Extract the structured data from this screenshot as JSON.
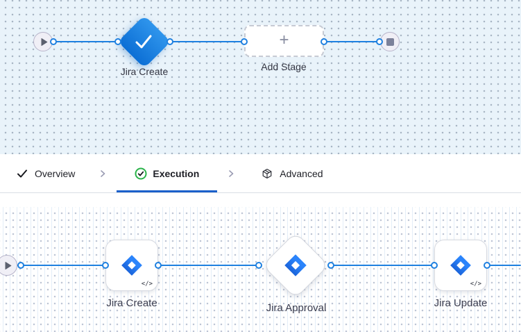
{
  "workflow_top": {
    "stage": {
      "label": "Jira Create"
    },
    "add_stage": {
      "label": "Add Stage",
      "plus": "+"
    }
  },
  "tabs": {
    "items": [
      {
        "label": "Overview",
        "icon": "check-icon",
        "active": false
      },
      {
        "label": "Execution",
        "icon": "check-circle-icon",
        "active": true
      },
      {
        "label": "Advanced",
        "icon": "cube-icon",
        "active": false
      }
    ]
  },
  "workflow_bottom": {
    "steps": [
      {
        "label": "Jira Create",
        "badge": "</>",
        "shape": "card"
      },
      {
        "label": "Jira Approval",
        "badge": "",
        "shape": "diamond"
      },
      {
        "label": "Jira Update",
        "badge": "</>",
        "shape": "card"
      }
    ]
  },
  "colors": {
    "connector_blue": "#1e80e0",
    "tab_underline_blue": "#1b60ca",
    "stage_gradient_top": "#2f95ec",
    "stage_gradient_bottom": "#0c6fd5",
    "execution_green": "#2bb34b",
    "jira_blue": "#2b84fb",
    "jira_dark_blue": "#1457cd",
    "canvas_top_bg": "#e9f3fa"
  }
}
